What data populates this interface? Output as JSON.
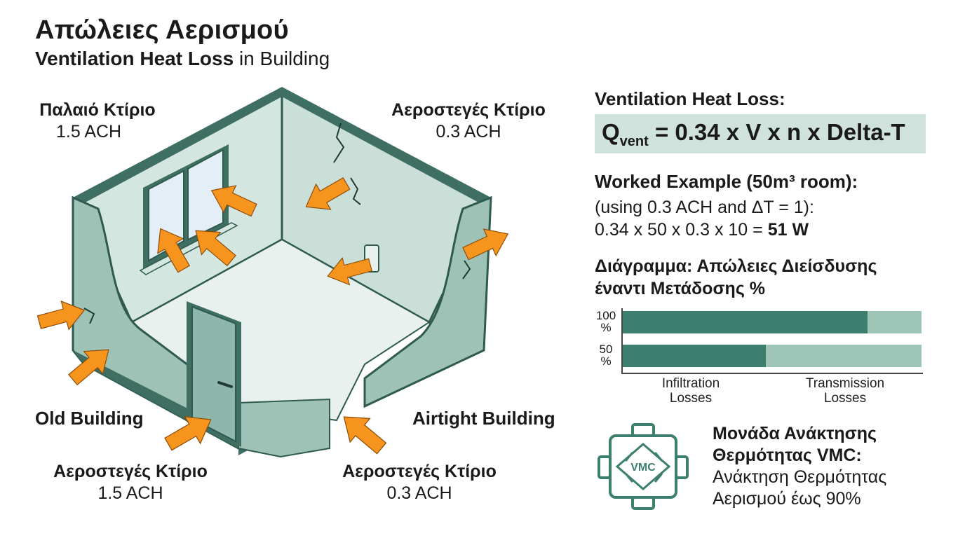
{
  "title": {
    "greek": "Απώλειες Αερισμού",
    "english_bold": "Ventilation Heat Loss",
    "english_rest": " in Building"
  },
  "labels": {
    "top_left": {
      "heading": "Παλαιό Κτίριο",
      "value": "1.5 ACH"
    },
    "top_right": {
      "heading": "Αεροστεγές Κτίριο",
      "value": "0.3 ACH"
    },
    "old_building": "Old Building",
    "airtight_building": "Airtight Building",
    "bottom_left": {
      "heading": "Αεροστεγές Κτίριο",
      "value": "1.5 ACH"
    },
    "bottom_right": {
      "heading": "Αεροστεγές Κτίριο",
      "value": "0.3 ACH"
    }
  },
  "formula": {
    "heading": "Ventilation Heat Loss:",
    "q": "Q",
    "q_sub": "vent",
    "expr": " = 0.34 x V x n x Delta-T"
  },
  "worked_example": {
    "heading": "Worked Example (50m³ room):",
    "line1": "(using  0.3 ACH and ΔT = 1):",
    "line2_prefix": "0.34 x 50 x 0.3 x 10 = ",
    "line2_result": "51 W"
  },
  "chart_data": {
    "type": "bar",
    "title_line1": "Διάγραμμα: Απώλειες Διείσδυσης",
    "title_line2": "έναντι Μετάδοσης %",
    "orientation": "horizontal-stacked",
    "categories": [
      "100 %",
      "50 %"
    ],
    "series": [
      {
        "name": "Infiltration Losses",
        "values": [
          82,
          48
        ],
        "color": "#3d7f6f"
      },
      {
        "name": "Transmission Losses",
        "values": [
          18,
          52
        ],
        "color": "#9fc5b9"
      }
    ],
    "legend_line1": [
      "Infiltration",
      "Transmission"
    ],
    "legend_line2": [
      "Losses",
      "Losses"
    ]
  },
  "vmc": {
    "icon_text": "VMC",
    "heading_line1": "Μονάδα Ανάκτησης",
    "heading_line2": "Θερμότητας VMC:",
    "desc_line1": "Ανάκτηση Θερμότητας",
    "desc_line2": "Αερισμού έως 90%"
  },
  "colors": {
    "wall_dark": "#3f6f62",
    "wall_light": "#9fc2b7",
    "wall_inner": "#d4e6e0",
    "floor": "#e9f1ee",
    "arrow": "#f7941d",
    "accent": "#3d7f6f"
  }
}
